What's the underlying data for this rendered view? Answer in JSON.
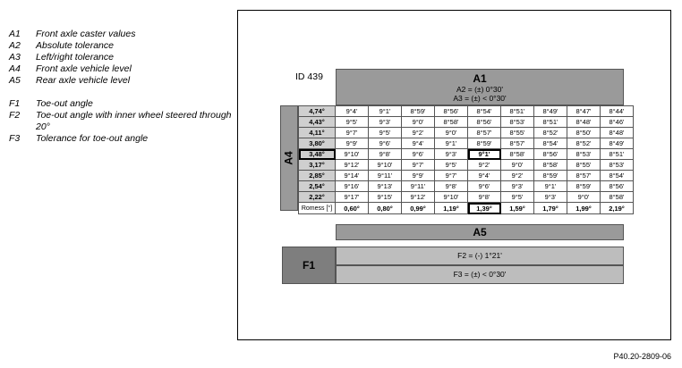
{
  "legend": {
    "group1": [
      {
        "code": "A1",
        "text": "Front axle caster values"
      },
      {
        "code": "A2",
        "text": "Absolute tolerance"
      },
      {
        "code": "A3",
        "text": "Left/right tolerance"
      },
      {
        "code": "A4",
        "text": "Front axle vehicle level"
      },
      {
        "code": "A5",
        "text": "Rear axle vehicle level"
      }
    ],
    "group2": [
      {
        "code": "F1",
        "text": "Toe-out angle"
      },
      {
        "code": "F2",
        "text": "Toe-out angle with inner wheel steered through 20°"
      },
      {
        "code": "F3",
        "text": "Tolerance for toe-out angle"
      }
    ]
  },
  "figure": {
    "id_label": "ID 439",
    "a1_title": "A1",
    "a2_line": "A2 =  (±) 0°30'",
    "a3_line": "A3 =  (±) < 0°30'",
    "a4_title": "A4",
    "a5_title": "A5",
    "f1_title": "F1",
    "f2_line": "F2 = (-) 1°21'",
    "f3_line": "F3 = (±) < 0°30'"
  },
  "table": {
    "rows": [
      {
        "level": "4,74°",
        "values": [
          "9°4'",
          "9°1'",
          "8°59'",
          "8°56'",
          "8°54'",
          "8°51'",
          "8°49'",
          "8°47'",
          "8°44'"
        ]
      },
      {
        "level": "4,43°",
        "values": [
          "9°5'",
          "9°3'",
          "9°0'",
          "8°58'",
          "8°56'",
          "8°53'",
          "8°51'",
          "8°48'",
          "8°46'"
        ]
      },
      {
        "level": "4,11°",
        "values": [
          "9°7'",
          "9°5'",
          "9°2'",
          "9°0'",
          "8°57'",
          "8°55'",
          "8°52'",
          "8°50'",
          "8°48'"
        ]
      },
      {
        "level": "3,80°",
        "values": [
          "9°9'",
          "9°6'",
          "9°4'",
          "9°1'",
          "8°59'",
          "8°57'",
          "8°54'",
          "8°52'",
          "8°49'"
        ]
      },
      {
        "level": "3,48°",
        "values": [
          "9°10'",
          "9°8'",
          "9°6'",
          "9°3'",
          "9°1'",
          "8°58'",
          "8°56'",
          "8°53'",
          "8°51'"
        ]
      },
      {
        "level": "3,17°",
        "values": [
          "9°12'",
          "9°10'",
          "9°7'",
          "9°5'",
          "9°2'",
          "9°0'",
          "8°58'",
          "8°55'",
          "8°53'"
        ]
      },
      {
        "level": "2,85°",
        "values": [
          "9°14'",
          "9°11'",
          "9°9'",
          "9°7'",
          "9°4'",
          "9°2'",
          "8°59'",
          "8°57'",
          "8°54'"
        ]
      },
      {
        "level": "2,54°",
        "values": [
          "9°16'",
          "9°13'",
          "9°11'",
          "9°8'",
          "9°6'",
          "9°3'",
          "9°1'",
          "8°59'",
          "8°56'"
        ]
      },
      {
        "level": "2,22°",
        "values": [
          "9°17'",
          "9°15'",
          "9°12'",
          "9°10'",
          "9°8'",
          "9°5'",
          "9°3'",
          "9°0'",
          "8°58'"
        ]
      }
    ],
    "footer_label": "Romess [°]",
    "footer_values": [
      "0,60°",
      "0,80°",
      "0,99°",
      "1,19°",
      "1,39°",
      "1,59°",
      "1,79°",
      "1,99°",
      "2,19°"
    ],
    "highlight_row_level": "3,48°",
    "highlight_column_value": "1,39°"
  },
  "reference": "P40.20-2809-06"
}
